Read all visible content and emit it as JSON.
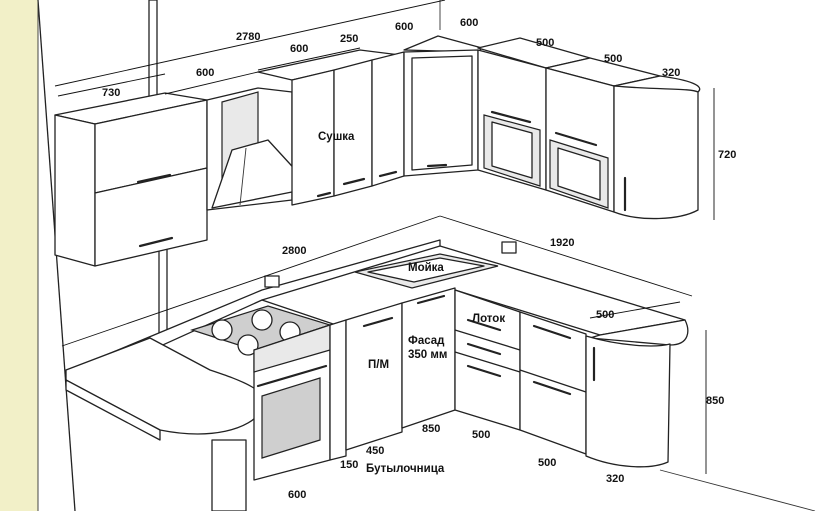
{
  "labels": {
    "sushka": "Сушка",
    "moika": "Мойка",
    "lotok": "Лоток",
    "fasad_1": "Фасад",
    "fasad_2": "350 мм",
    "pm": "П/М",
    "butylochnica": "Бутылочница"
  },
  "dims": {
    "d2780": "2780",
    "d730": "730",
    "d600_hood": "600",
    "d600_sushka": "600",
    "d250": "250",
    "d600_corner": "600",
    "d600_top": "600",
    "d500_upper_a": "500",
    "d500_upper_b": "500",
    "d320_upper": "320",
    "d720": "720",
    "d2800": "2800",
    "d1920": "1920",
    "d500_base_right": "500",
    "d850_height": "850",
    "d850_width": "850",
    "d450": "450",
    "d150": "150",
    "d600_oven": "600",
    "d500_base_a": "500",
    "d500_base_b": "500",
    "d320_base": "320"
  },
  "colors": {
    "wall": "#f2f0c8",
    "line": "#222222",
    "background": "#ffffff"
  }
}
